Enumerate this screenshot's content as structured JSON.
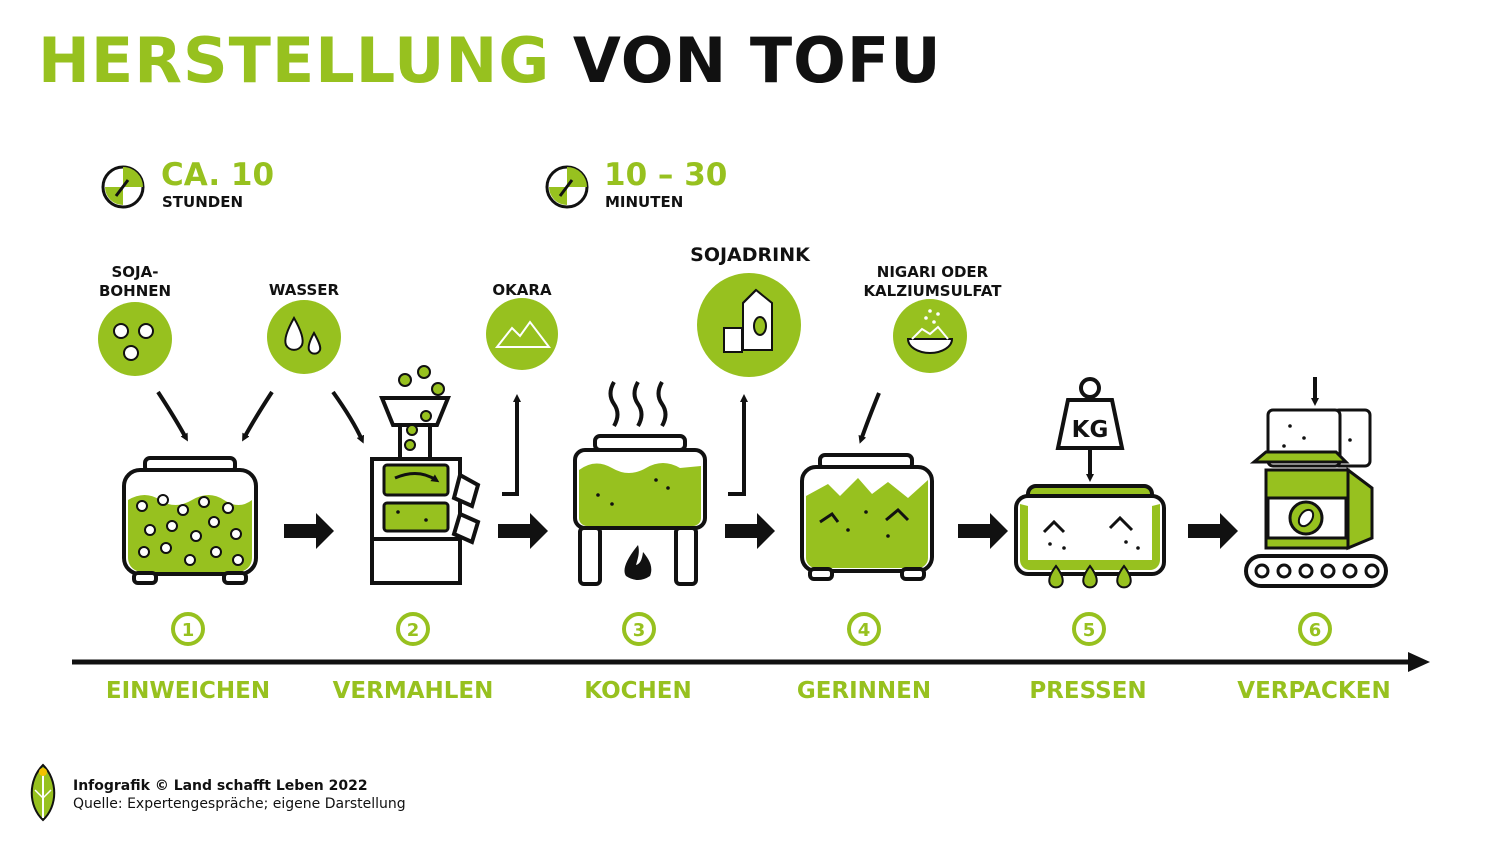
{
  "title": {
    "part1": "HERSTELLUNG",
    "part2": "VON TOFU"
  },
  "durations": [
    {
      "value": "CA. 10",
      "unit": "STUNDEN"
    },
    {
      "value": "10 – 30",
      "unit": "MINUTEN"
    }
  ],
  "inputs": {
    "sojabohnen": "SOJA-\nBOHNEN",
    "wasser": "WASSER",
    "okara": "OKARA",
    "sojadrink": "SOJADRINK",
    "nigari": "NIGARI ODER\nKALZIUMSULFAT"
  },
  "weight_label": "KG",
  "steps": [
    {
      "number": "1",
      "name": "EINWEICHEN"
    },
    {
      "number": "2",
      "name": "VERMAHLEN"
    },
    {
      "number": "3",
      "name": "KOCHEN"
    },
    {
      "number": "4",
      "name": "GERINNEN"
    },
    {
      "number": "5",
      "name": "PRESSEN"
    },
    {
      "number": "6",
      "name": "VERPACKEN"
    }
  ],
  "footer": {
    "line1": "Infografik © Land schafft Leben 2022",
    "line2": "Quelle: Expertengespräche; eigene Darstellung"
  },
  "colors": {
    "accent": "#97c11f",
    "ink": "#111111"
  }
}
